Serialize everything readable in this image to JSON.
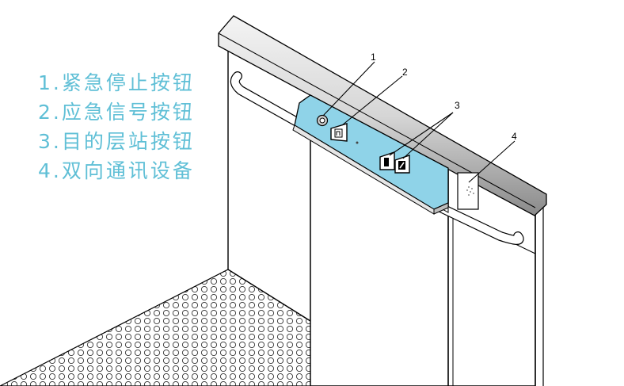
{
  "legend": [
    "1.紧急停止按钮",
    "2.应急信号按钮",
    "3.目的层站按钮",
    "4.双向通讯设备"
  ],
  "callouts": [
    "1",
    "2",
    "3",
    "4"
  ],
  "colors": {
    "legend_text": "#5fbfd6",
    "panel": "#8fd3e8",
    "line": "#000000",
    "background": "#ffffff"
  }
}
